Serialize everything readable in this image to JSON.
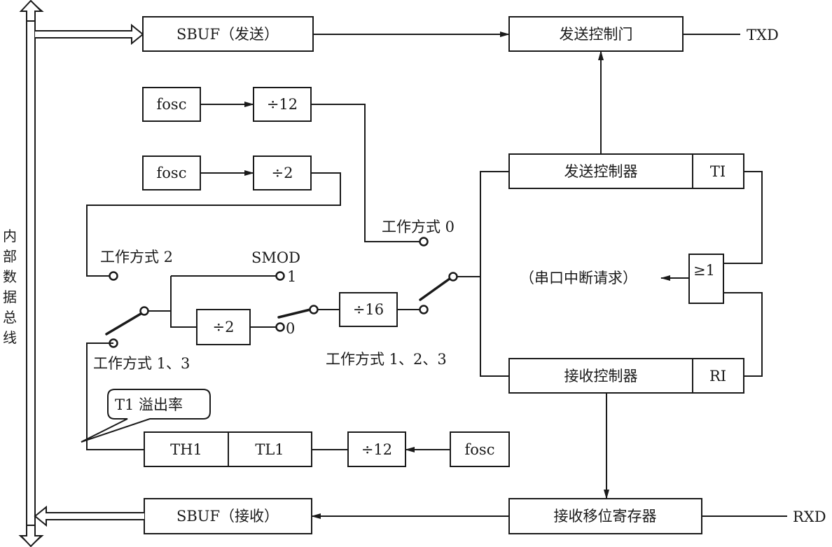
{
  "diagram": {
    "bus_label": [
      "内",
      "部",
      "数",
      "据",
      "总",
      "线"
    ],
    "blocks": {
      "sbuf_tx": "SBUF（发送）",
      "tx_gate": "发送控制门",
      "fosc_1": "fosc",
      "div12_1": "÷12",
      "fosc_2": "fosc",
      "div2_1": "÷2",
      "tx_ctrl": "发送控制器",
      "ti": "TI",
      "or_gate": "≥1",
      "div2_2": "÷2",
      "div16": "÷16",
      "rx_ctrl": "接收控制器",
      "ri": "RI",
      "th1": "TH1",
      "tl1": "TL1",
      "div12_2": "÷12",
      "fosc_3": "fosc",
      "sbuf_rx": "SBUF（接收）",
      "rx_shift": "接收移位寄存器"
    },
    "labels": {
      "txd": "TXD",
      "rxd": "RXD",
      "mode0": "工作方式 0",
      "mode2": "工作方式 2",
      "mode13": "工作方式 1、3",
      "mode123": "工作方式 1、2、3",
      "smod": "SMOD",
      "smod_1": "1",
      "smod_0": "0",
      "interrupt": "（串口中断请求）",
      "t1_overflow": "T1 溢出率"
    }
  }
}
